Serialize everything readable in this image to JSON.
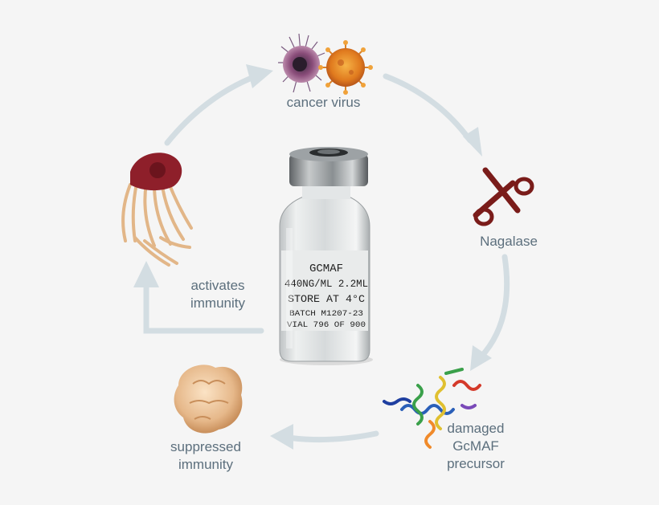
{
  "cycle": {
    "steps": [
      {
        "id": "cancer-virus",
        "lines": [
          "cancer virus"
        ]
      },
      {
        "id": "nagalase",
        "lines": [
          "Nagalase"
        ]
      },
      {
        "id": "damaged-precursor",
        "lines": [
          "damaged",
          "GcMAF",
          "precursor"
        ]
      },
      {
        "id": "suppressed-immunity",
        "lines": [
          "suppressed",
          "immunity"
        ]
      },
      {
        "id": "activates-immunity",
        "lines": [
          "activates",
          "immunity"
        ]
      }
    ]
  },
  "vial": {
    "label_lines": [
      "GCMAF",
      "440NG/ML 2.2ML",
      "STORE AT 4°C",
      "BATCH M1207-23",
      "VIAL 796 OF 900"
    ]
  },
  "colors": {
    "arrow": "#d3dde2",
    "label_text": "#5c6f7d",
    "background": "#f5f5f5",
    "scissors": "#7a1c1a",
    "virus_orange": "#e07a1e",
    "cell_purple": "#8a4d7a",
    "macrophage_red": "#8e1f2a",
    "macrophage_tan": "#e2b688"
  },
  "icons": [
    "cancer-cell-icon",
    "virus-icon",
    "scissors-icon",
    "protein-structure-icon",
    "suppressed-macrophage-icon",
    "active-macrophage-icon",
    "gcmaf-vial-icon"
  ]
}
